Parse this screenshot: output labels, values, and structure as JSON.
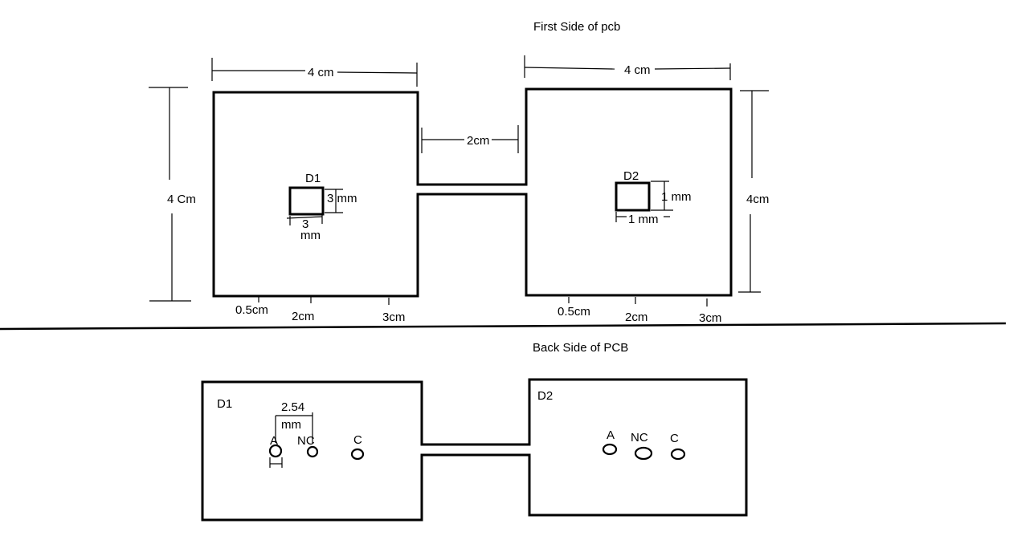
{
  "front": {
    "title": "First Side of pcb",
    "left": {
      "width_label": "4 cm",
      "height_label": "4 Cm",
      "component": "D1",
      "comp_height_label": "3 mm",
      "comp_width_label_line1": "3",
      "comp_width_label_line2": "mm",
      "marks": [
        "0.5cm",
        "2cm",
        "3cm"
      ]
    },
    "bridge_label": "2cm",
    "right": {
      "width_label": "4 cm",
      "height_label": "4cm",
      "component": "D2",
      "comp_height_label": "1 mm",
      "comp_width_label": "1 mm",
      "marks": [
        "0.5cm",
        "2cm",
        "3cm"
      ]
    }
  },
  "back": {
    "title": "Back Side of PCB",
    "left": {
      "component": "D1",
      "pitch_label_line1": "2.54",
      "pitch_label_line2": "mm",
      "pins": [
        "A",
        "NC",
        "C"
      ]
    },
    "right": {
      "component": "D2",
      "pins": [
        "A",
        "NC",
        "C"
      ]
    }
  }
}
